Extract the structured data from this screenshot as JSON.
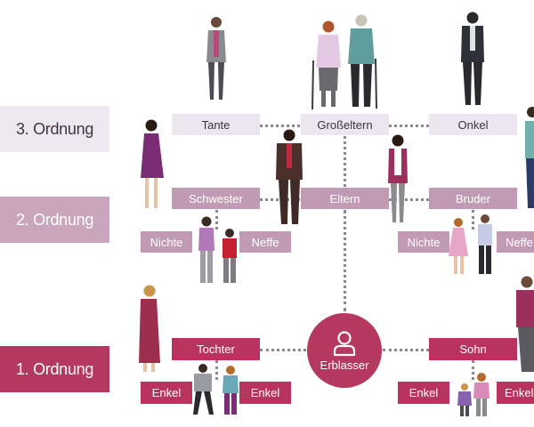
{
  "orders": {
    "third": "3. Ordnung",
    "second": "2. Ordnung",
    "first": "1. Ordnung"
  },
  "third_row": {
    "aunt": "Tante",
    "grandparents": "Großeltern",
    "uncle": "Onkel"
  },
  "second_row": {
    "sister": "Schwester",
    "parents": "Eltern",
    "brother": "Bruder",
    "niece_left": "Nichte",
    "nephew_left": "Neffe",
    "niece_right": "Nichte",
    "nephew_right": "Neffe"
  },
  "first_row": {
    "deceased": "Erblasser",
    "daughter": "Tochter",
    "son": "Sohn",
    "grandchild_1": "Enkel",
    "grandchild_2": "Enkel",
    "grandchild_3": "Enkel",
    "grandchild_4": "Enkel"
  },
  "colors": {
    "third_order": "#ede9f0",
    "second_order": "#c9a6bb",
    "first_order": "#b5395f",
    "connector": "#8d8790"
  },
  "icons": {
    "deceased": "person-outline-icon",
    "people": "person-silhouette-icon"
  }
}
